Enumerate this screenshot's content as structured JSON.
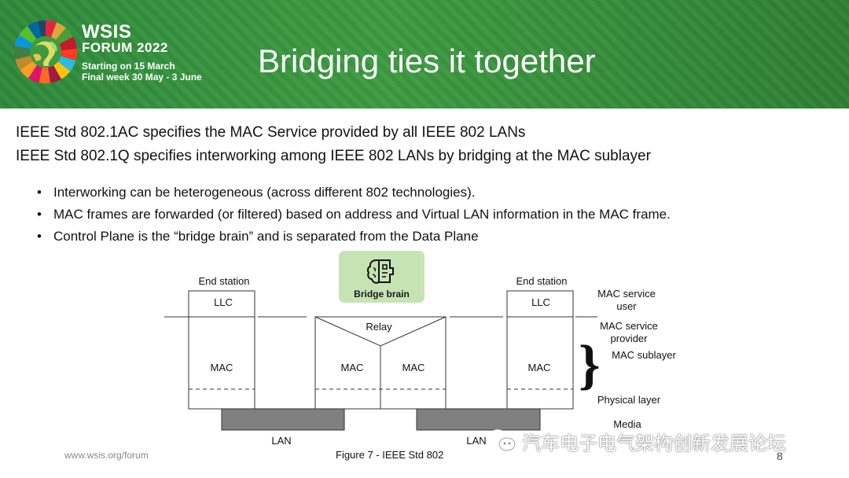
{
  "header": {
    "forum_line1": "WSIS",
    "forum_line2": "FORUM 2022",
    "date_line1": "Starting on 15 March",
    "date_line2": "Final week 30 May - 3 June",
    "title": "Bridging ties it together"
  },
  "body": {
    "para1": "IEEE Std 802.1AC specifies the MAC Service provided by all IEEE 802 LANs",
    "para2": "IEEE Std 802.1Q specifies interworking among IEEE 802 LANs by bridging at the MAC sublayer",
    "bullets": [
      "Interworking can be heterogeneous (across different 802 technologies).",
      "MAC frames are forwarded (or filtered) based on address and Virtual LAN information in the MAC frame.",
      "Control Plane is the “bridge brain” and is separated from the Data Plane"
    ],
    "bullet_symbol": "•"
  },
  "diagram": {
    "brain_label": "Bridge brain",
    "end_station": "End station",
    "llc": "LLC",
    "mac": "MAC",
    "relay": "Relay",
    "lan": "LAN",
    "legend_service_user_1": "MAC service",
    "legend_service_user_2": "user",
    "legend_service_provider_1": "MAC service",
    "legend_service_provider_2": "provider",
    "legend_sublayer": "MAC sublayer",
    "legend_physical": "Physical layer",
    "legend_media": "Media",
    "brace": "}",
    "caption": "Figure 7 - IEEE Std 802"
  },
  "footer": {
    "url": "www.wsis.org/forum",
    "page": "8",
    "watermark": "汽车电子电气架构创新发展论坛"
  },
  "colors": {
    "header_green": "#3d9a41",
    "brain_box": "#c6e3b3",
    "lan_bar": "#808080"
  },
  "icons": [
    "sdg-wheel-logo",
    "brain-icon",
    "wechat-icon"
  ]
}
